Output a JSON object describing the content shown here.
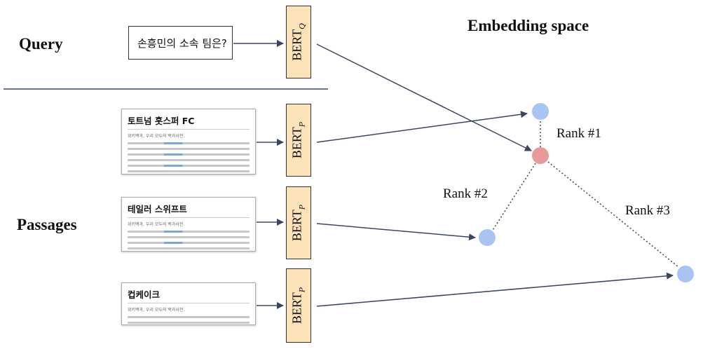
{
  "labels": {
    "query": "Query",
    "passages": "Passages",
    "embedding_space": "Embedding space"
  },
  "query_text": "손흥민의 소속 팀은?",
  "bert": {
    "query_main": "BERT",
    "query_sub": "Q",
    "passage_main": "BERT",
    "passage_sub": "P"
  },
  "passages": [
    {
      "title": "토트넘 홋스퍼 FC",
      "subtitle": "위키백과, 우리 모두의 백과사전."
    },
    {
      "title": "테일러 스위프트",
      "subtitle": "위키백과, 우리 모두의 백과사전."
    },
    {
      "title": "컵케이크",
      "subtitle": "위키백과, 우리 모두의 백과사전."
    }
  ],
  "ranks": [
    "Rank #1",
    "Rank #2",
    "Rank #3"
  ],
  "colors": {
    "query_point": "#e89a9a",
    "passage_point": "#a9c4f2",
    "bert_fill": "#fbe2b8",
    "arrow": "#3a4660"
  }
}
